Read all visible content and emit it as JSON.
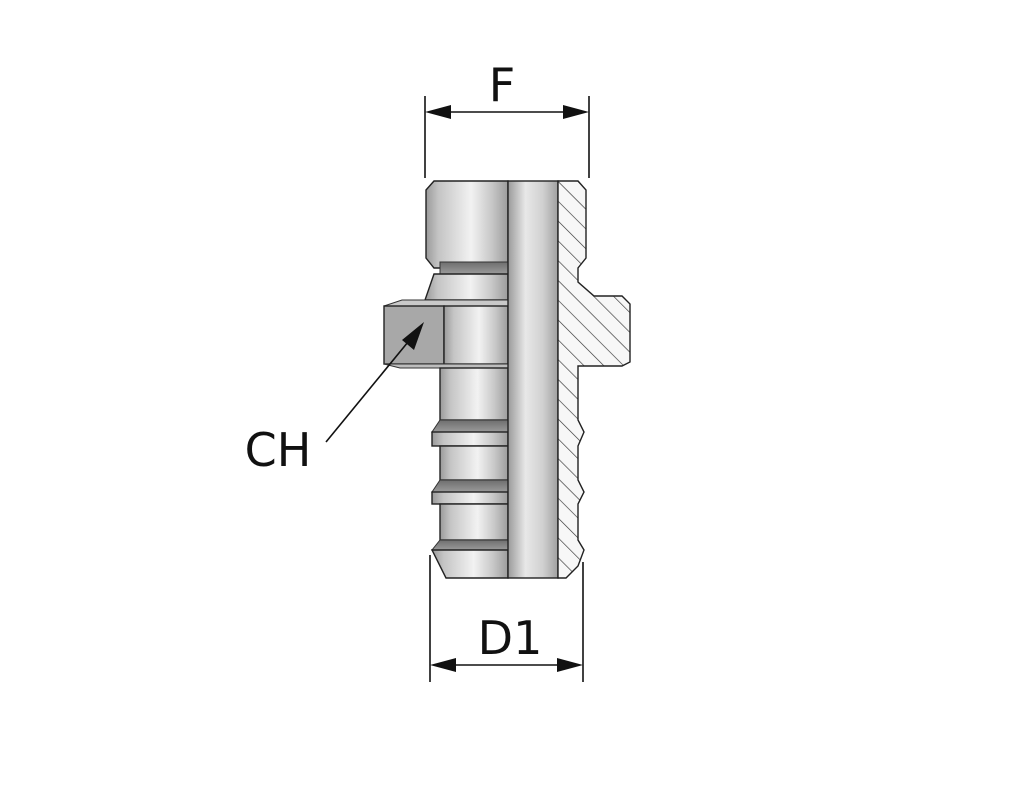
{
  "labels": {
    "top_dimension": "F",
    "bottom_dimension": "D1",
    "callout": "CH"
  },
  "colors": {
    "background": "#ffffff",
    "ink": "#111111",
    "metal_light": "#e6e6e6",
    "metal_mid": "#bdbdbd",
    "metal_dark": "#8c8c8c",
    "hatch_fill": "#f2f2f2"
  }
}
